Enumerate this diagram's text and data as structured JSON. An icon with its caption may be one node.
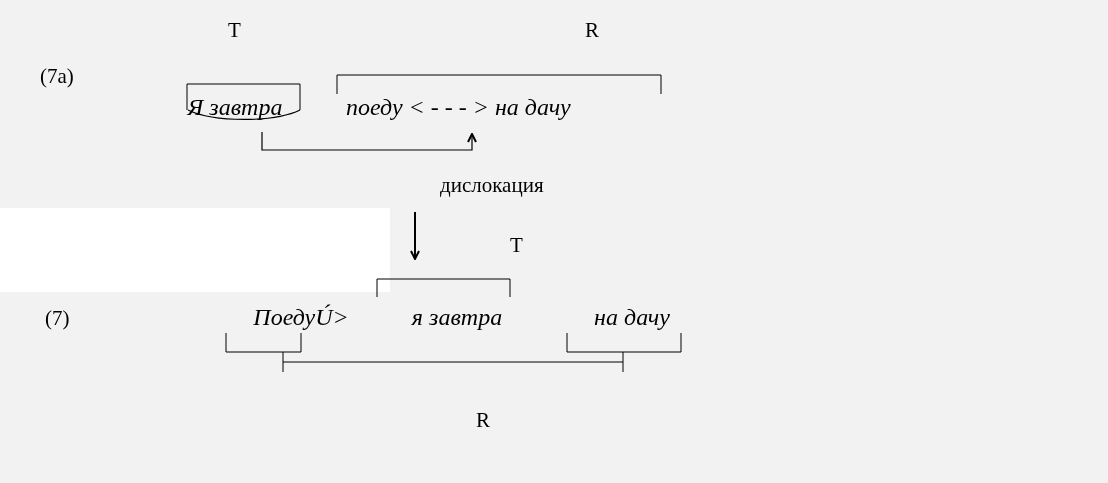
{
  "diagram": {
    "nodes": [
      {
        "text": [
          "Я завтра"
        ]
      },
      {
        "text": [
          "поеду  < - - - > на дачу"
        ]
      },
      {
        "text": [
          "ПоедуÚ>"
        ]
      },
      {
        "text": [
          "я завтра"
        ]
      },
      {
        "text": [
          "на дачу"
        ]
      }
    ],
    "edges": [
      {
        "from": 0,
        "to": 1,
        "arrow": "to"
      }
    ],
    "labels": [
      "T",
      "R",
      "(7a)",
      "дислокация",
      "T",
      "(7)",
      "R"
    ]
  }
}
